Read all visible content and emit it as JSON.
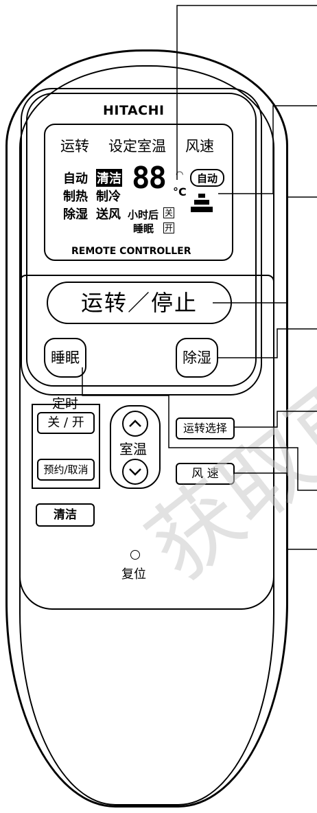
{
  "brand": "HITACHI",
  "lcd": {
    "headers": [
      "运转",
      "设定室温",
      "风速"
    ],
    "modes": [
      {
        "label": "自动",
        "inverted": false
      },
      {
        "label": "清洁",
        "inverted": true
      },
      {
        "label": "制热",
        "inverted": false
      },
      {
        "label": "制冷",
        "inverted": false
      },
      {
        "label": "除湿",
        "inverted": false
      },
      {
        "label": "送风",
        "inverted": false
      }
    ],
    "digits": "88",
    "unit": "°C",
    "fan_auto": "自动",
    "hours_after": "小时后",
    "sleep": "睡眠",
    "off_char": "关",
    "on_char": "开",
    "footer": "REMOTE CONTROLLER"
  },
  "buttons": {
    "power": "运转／停止",
    "sleep": "睡眠",
    "dehumidify": "除湿",
    "timer_label": "定时",
    "off_on": "关 / 开",
    "reserve_cancel": "预约/取消",
    "clean": "清洁",
    "room_temp": "室温",
    "mode_select": "运转选择",
    "fan_speed": "风 速",
    "reset": "复位"
  },
  "watermark": "获取更多"
}
